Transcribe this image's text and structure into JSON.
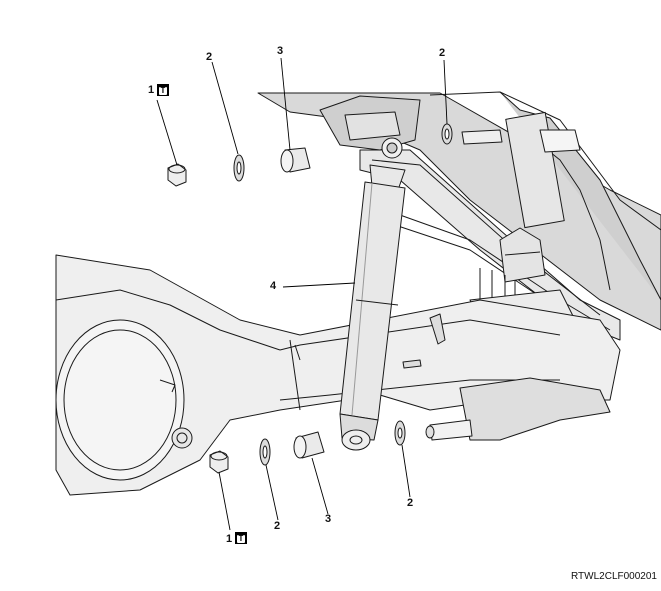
{
  "callouts": {
    "c1_top": "1",
    "c2_top_left": "2",
    "c3_top": "3",
    "c2_top_right": "2",
    "c4": "4",
    "c1_bottom": "1",
    "c2_bottom_mid": "2",
    "c3_bottom": "3",
    "c2_bottom_right": "2"
  },
  "torque_symbol": "T",
  "figure_id": "RTWL2CLF000201",
  "colors": {
    "line": "#1a1a1a",
    "fill_light": "#f2f2f2",
    "fill_mid": "#dcdcdc",
    "fill_dark": "#b8b8b8"
  }
}
